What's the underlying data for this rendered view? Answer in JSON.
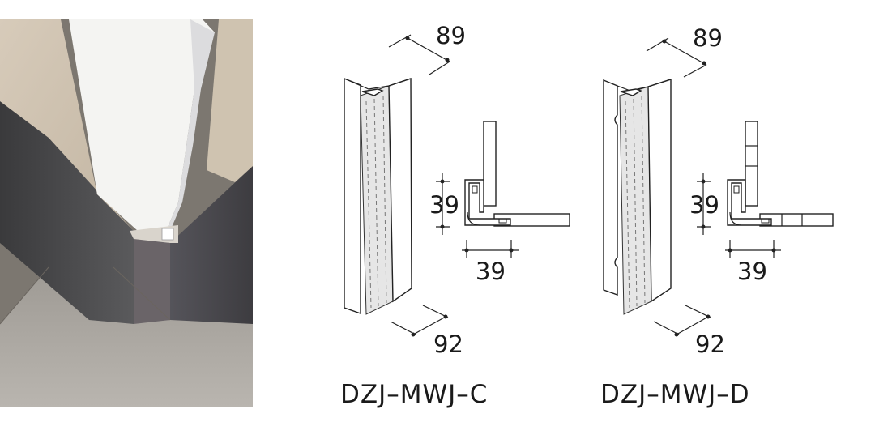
{
  "photo": {
    "alt": "corner-trim-photo"
  },
  "product_c": {
    "model": "DZJ–MWJ–C",
    "dim_top": "89",
    "dim_bottom": "92",
    "section_height": "39",
    "section_width": "39"
  },
  "product_d": {
    "model": "DZJ–MWJ–D",
    "dim_top": "89",
    "dim_bottom": "92",
    "section_height": "39",
    "section_width": "39"
  }
}
